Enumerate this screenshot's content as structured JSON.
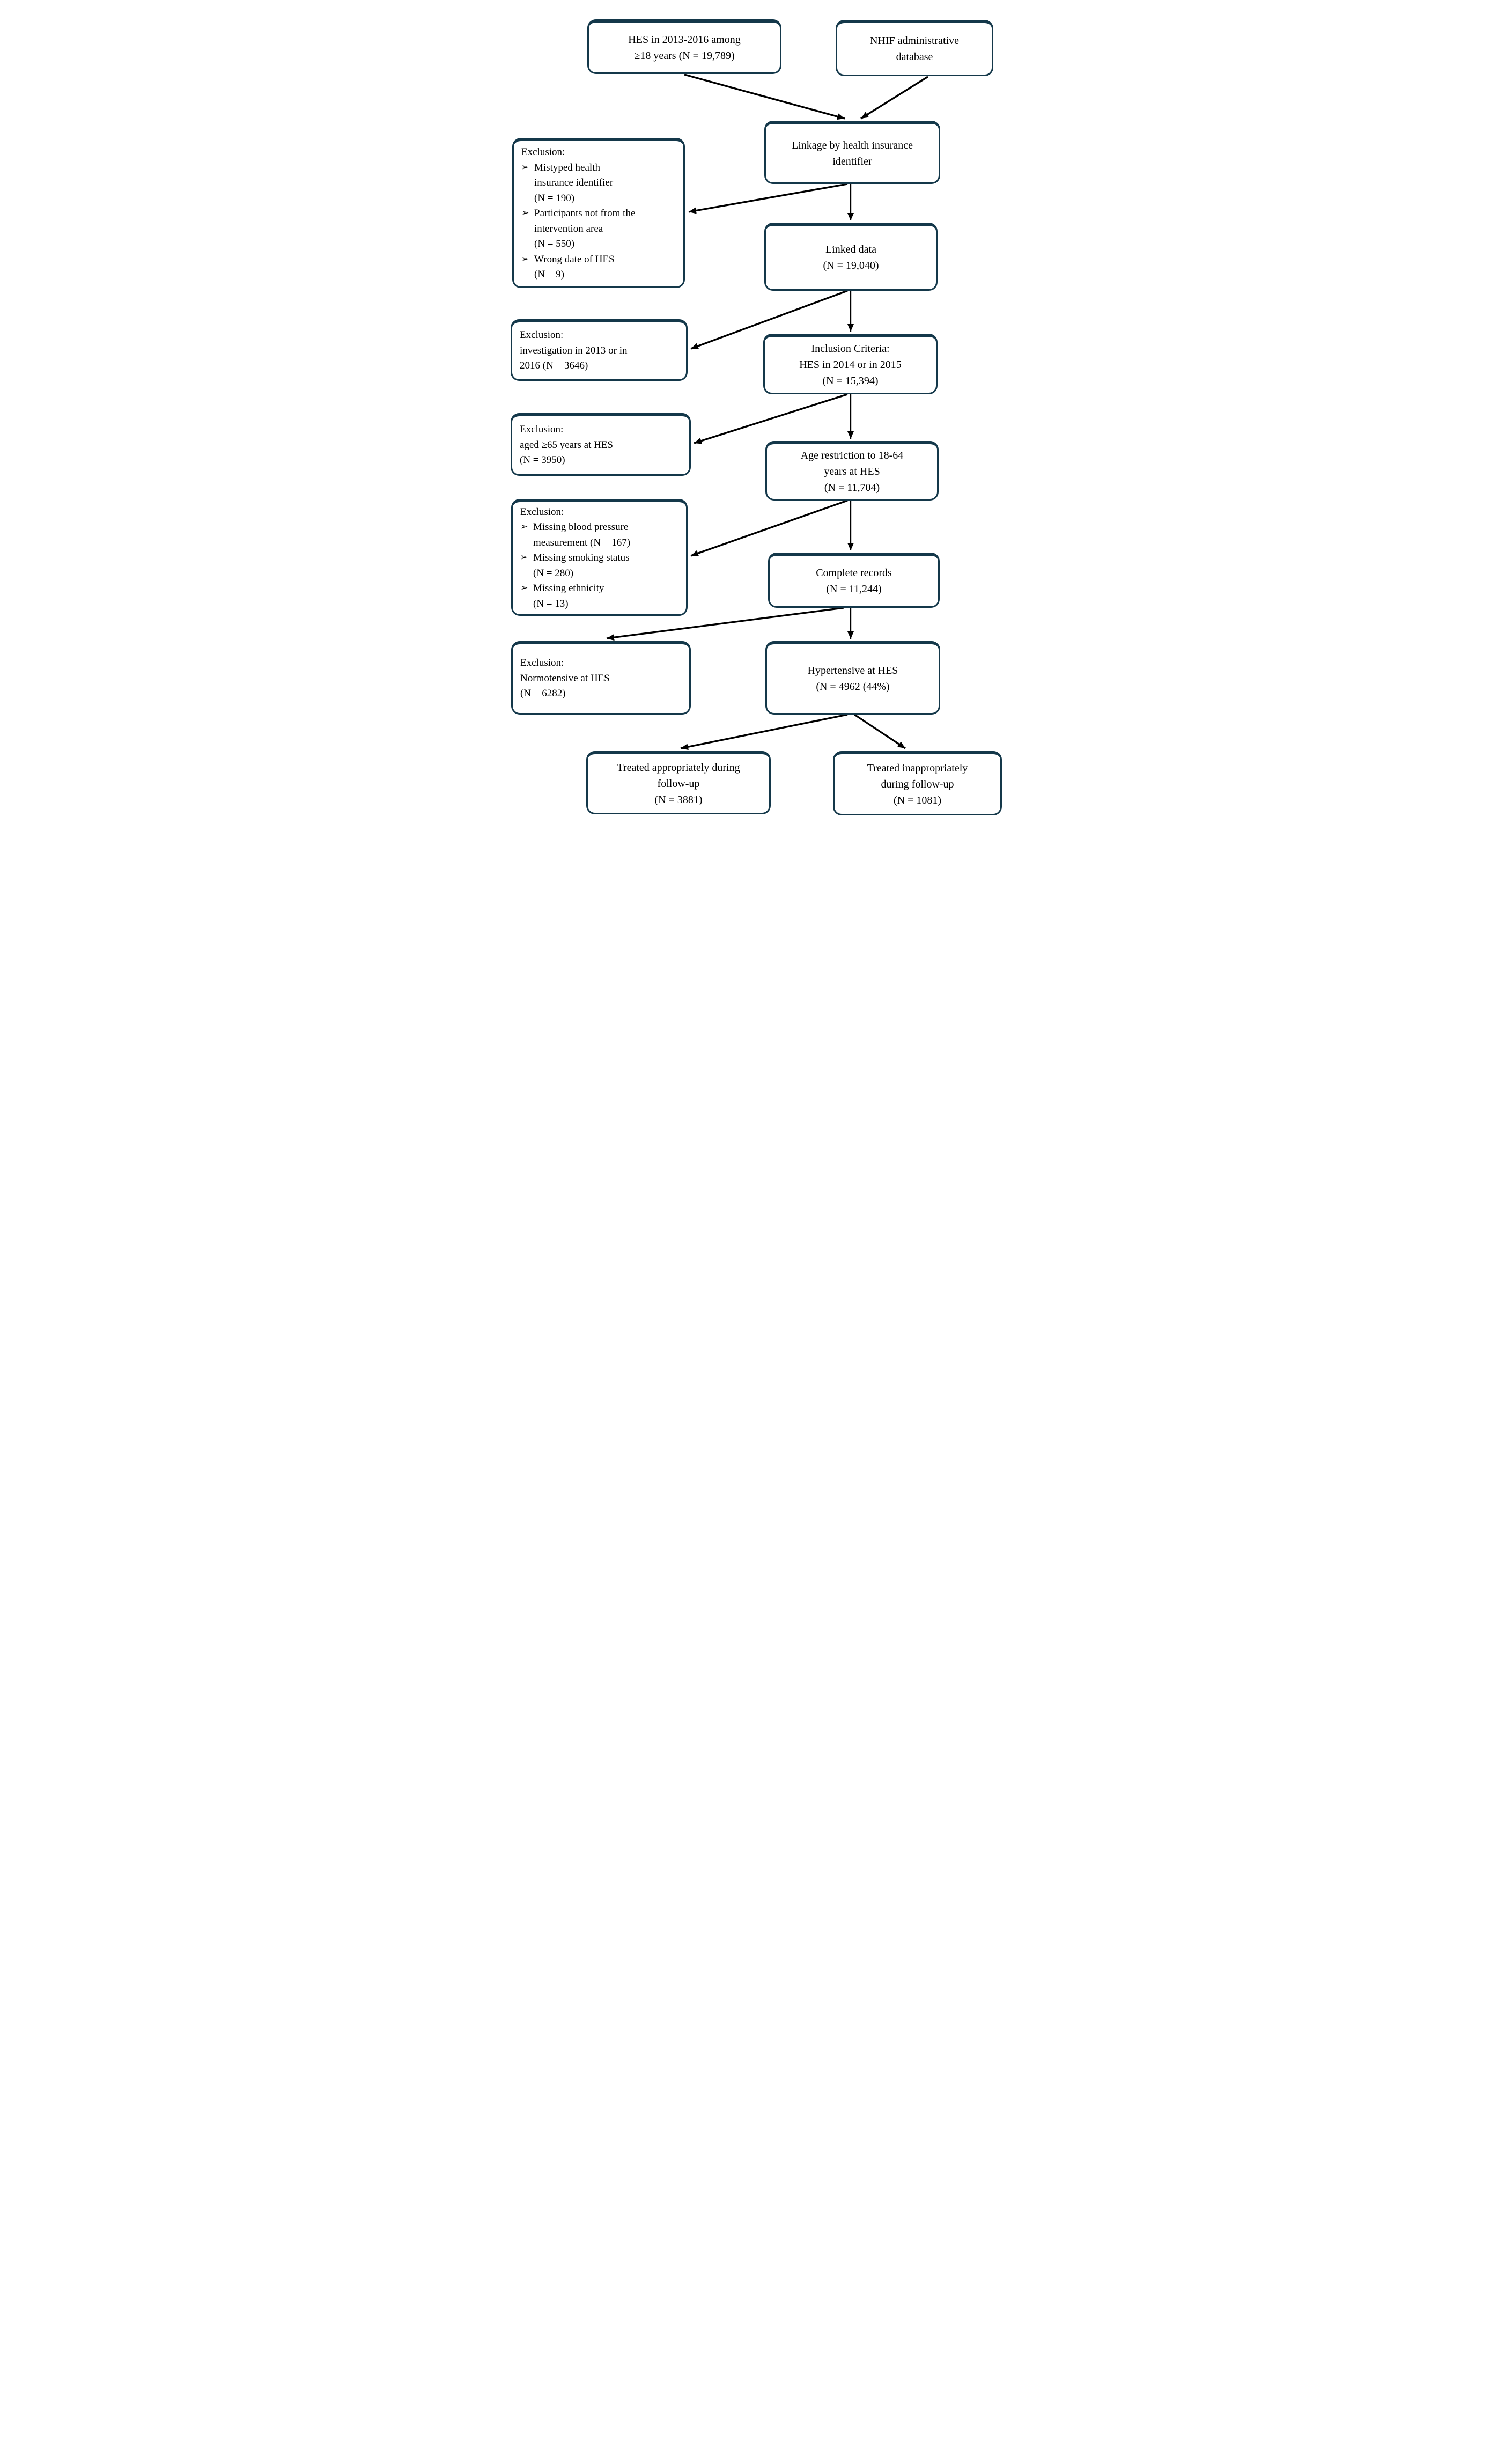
{
  "diagram": {
    "description": "Study participant flow chart",
    "colors": {
      "box_border": "#14384a",
      "arrow": "#000000",
      "background": "#ffffff",
      "text": "#000000"
    },
    "bullet_glyph": "➢",
    "boxes": {
      "hes": {
        "lines": [
          "HES in 2013-2016  among",
          "≥18 years (N = 19,789)"
        ]
      },
      "nhif": {
        "lines": [
          "NHIF administrative",
          "database"
        ]
      },
      "linkage": {
        "lines": [
          "Linkage by health insurance",
          "identifier"
        ]
      },
      "excl_linkage": {
        "heading": "Exclusion:",
        "bullets": [
          {
            "lines": [
              "Mistyped health",
              "insurance identifier",
              "(N = 190)"
            ]
          },
          {
            "lines": [
              "Participants not from the",
              "intervention area",
              "(N = 550)"
            ]
          },
          {
            "lines": [
              "Wrong date of  HES",
              "(N = 9)"
            ]
          }
        ]
      },
      "linked": {
        "lines": [
          "Linked data",
          "(N = 19,040)"
        ]
      },
      "excl_year": {
        "heading": "Exclusion:",
        "lines": [
          "investigation in 2013 or in",
          "2016 (N = 3646)"
        ]
      },
      "inclusion": {
        "lines": [
          "Inclusion Criteria:",
          "HES in 2014 or in 2015",
          "(N = 15,394)"
        ]
      },
      "excl_age": {
        "heading": "Exclusion:",
        "lines": [
          "aged ≥65 years at HES",
          "(N = 3950)"
        ]
      },
      "age_restriction": {
        "lines": [
          "Age restriction to 18-64",
          "years at HES",
          "(N = 11,704)"
        ]
      },
      "excl_missing": {
        "heading": "Exclusion:",
        "bullets": [
          {
            "lines": [
              "Missing blood pressure",
              "measurement (N = 167)"
            ]
          },
          {
            "lines": [
              "Missing smoking status",
              "(N = 280)"
            ]
          },
          {
            "lines": [
              "Missing ethnicity",
              "(N = 13)"
            ]
          }
        ]
      },
      "complete": {
        "lines": [
          "Complete records",
          "(N = 11,244)"
        ]
      },
      "excl_normotensive": {
        "heading": "Exclusion:",
        "lines": [
          "Normotensive at HES",
          "(N = 6282)"
        ]
      },
      "hypertensive": {
        "lines": [
          "Hypertensive at HES",
          "(N = 4962  (44%)"
        ]
      },
      "treated_appropriately": {
        "lines": [
          "Treated appropriately during",
          "follow-up",
          "(N = 3881)"
        ]
      },
      "treated_inappropriately": {
        "lines": [
          "Treated inappropriately",
          "during follow-up",
          "(N = 1081)"
        ]
      }
    }
  }
}
